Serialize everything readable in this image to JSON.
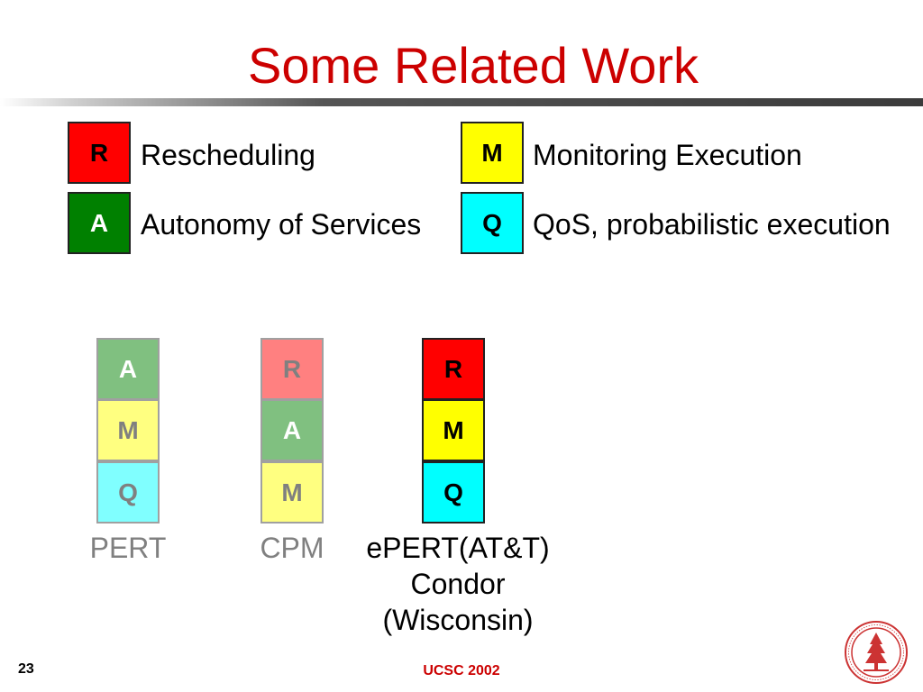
{
  "slide": {
    "title": "Some Related Work",
    "number": "23",
    "footer": "UCSC 2002"
  },
  "legend": [
    {
      "letter": "R",
      "label": "Rescheduling",
      "color": "#ff0000",
      "text_color": "#000000"
    },
    {
      "letter": "A",
      "label": "Autonomy of Services",
      "color": "#008000",
      "text_color": "#ffffff"
    },
    {
      "letter": "M",
      "label": "Monitoring Execution",
      "color": "#ffff00",
      "text_color": "#000000"
    },
    {
      "letter": "Q",
      "label": "QoS, probabilistic execution",
      "color": "#00ffff",
      "text_color": "#000000"
    }
  ],
  "columns": [
    {
      "label": "PERT",
      "label_color": "#808080",
      "cells": [
        {
          "letter": "A",
          "color": "#80c080",
          "text_color": "#ffffff",
          "border": "#a0a0a0"
        },
        {
          "letter": "M",
          "color": "#ffff80",
          "text_color": "#808080",
          "border": "#a0a0a0"
        },
        {
          "letter": "Q",
          "color": "#80ffff",
          "text_color": "#808080",
          "border": "#a0a0a0"
        }
      ]
    },
    {
      "label": "CPM",
      "label_color": "#808080",
      "cells": [
        {
          "letter": "R",
          "color": "#ff8080",
          "text_color": "#808080",
          "border": "#a0a0a0"
        },
        {
          "letter": "A",
          "color": "#80c080",
          "text_color": "#ffffff",
          "border": "#a0a0a0"
        },
        {
          "letter": "M",
          "color": "#ffff80",
          "text_color": "#808080",
          "border": "#a0a0a0"
        }
      ]
    },
    {
      "label_lines": [
        "ePERT(AT&T)",
        "Condor",
        "(Wisconsin)"
      ],
      "label_color": "#000000",
      "cells": [
        {
          "letter": "R",
          "color": "#ff0000",
          "text_color": "#000000",
          "border": "#222222"
        },
        {
          "letter": "M",
          "color": "#ffff00",
          "text_color": "#000000",
          "border": "#222222"
        },
        {
          "letter": "Q",
          "color": "#00ffff",
          "text_color": "#000000",
          "border": "#222222"
        }
      ]
    }
  ],
  "accent": {
    "title": "#cc0000"
  },
  "seal_icon": "university-seal-icon"
}
